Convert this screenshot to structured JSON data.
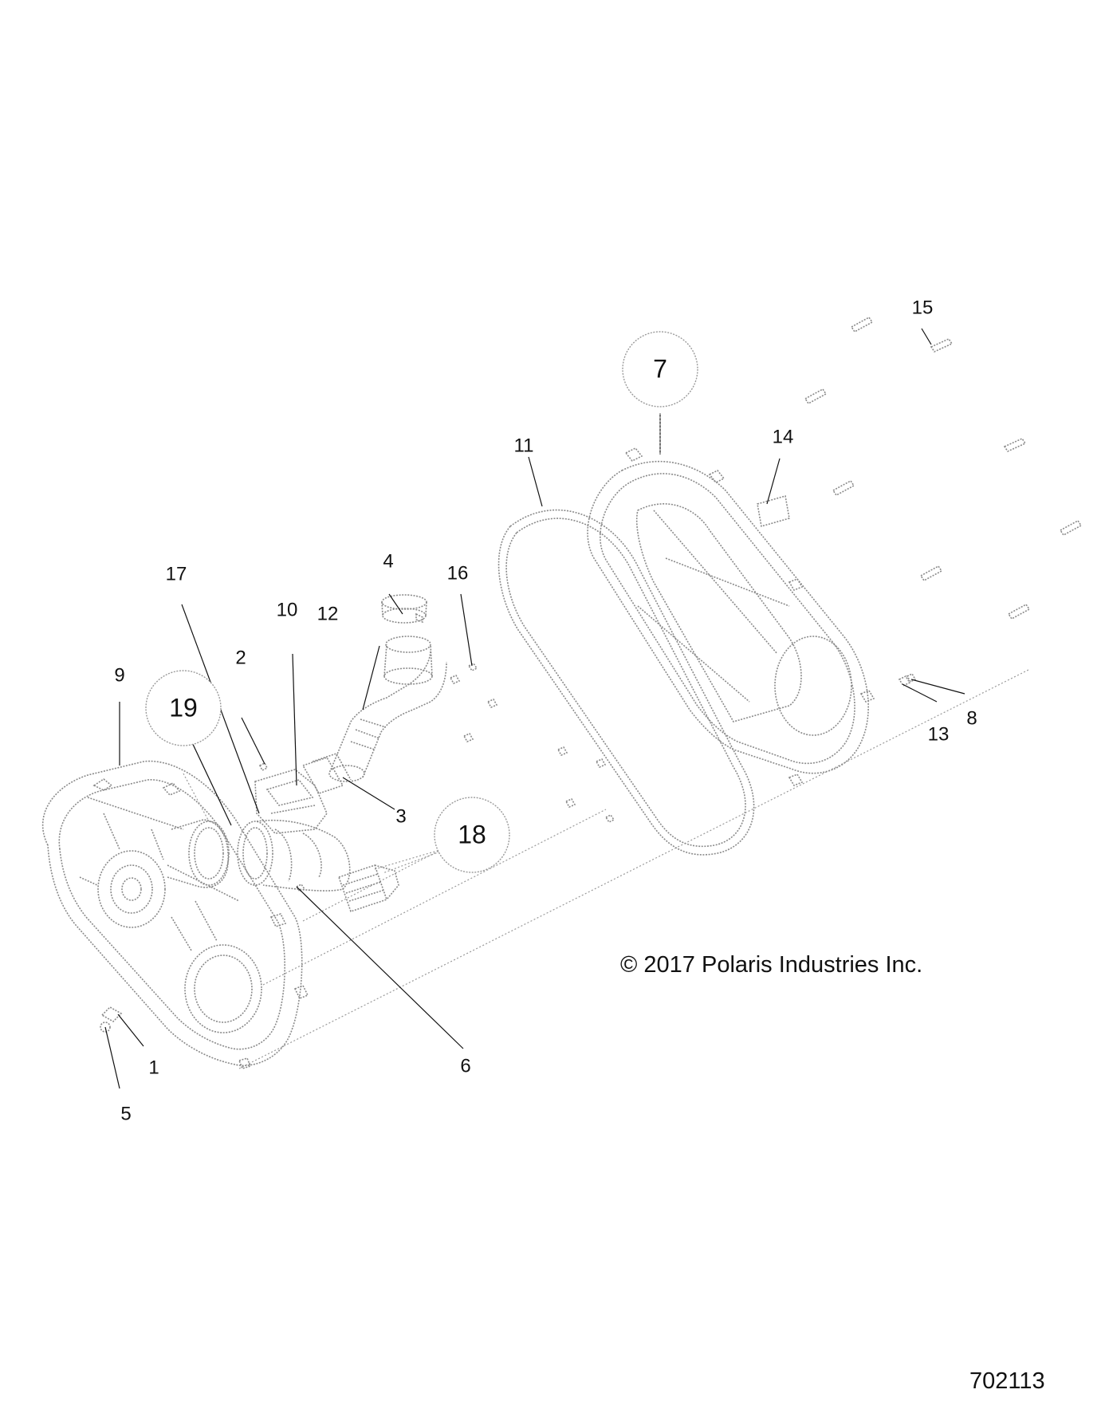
{
  "callouts": [
    {
      "id": "1",
      "label": "1"
    },
    {
      "id": "2",
      "label": "2"
    },
    {
      "id": "3",
      "label": "3"
    },
    {
      "id": "4",
      "label": "4"
    },
    {
      "id": "5",
      "label": "5"
    },
    {
      "id": "6",
      "label": "6"
    },
    {
      "id": "7",
      "label": "7"
    },
    {
      "id": "8",
      "label": "8"
    },
    {
      "id": "9",
      "label": "9"
    },
    {
      "id": "10",
      "label": "10"
    },
    {
      "id": "11",
      "label": "11"
    },
    {
      "id": "12",
      "label": "12"
    },
    {
      "id": "13",
      "label": "13"
    },
    {
      "id": "14",
      "label": "14"
    },
    {
      "id": "15",
      "label": "15"
    },
    {
      "id": "16",
      "label": "16"
    },
    {
      "id": "17",
      "label": "17"
    },
    {
      "id": "18",
      "label": "18"
    },
    {
      "id": "19",
      "label": "19"
    }
  ],
  "copyright": "© 2017 Polaris Industries Inc.",
  "drawing_number": "702113"
}
